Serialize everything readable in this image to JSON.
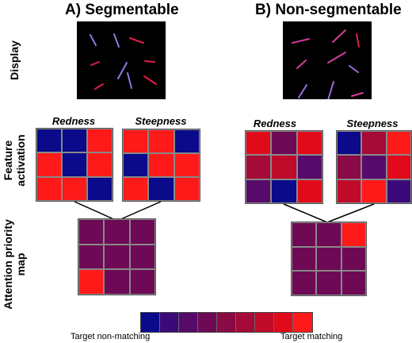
{
  "panels": {
    "a": {
      "title": "A) Segmentable"
    },
    "b": {
      "title": "B) Non-segmentable"
    }
  },
  "row_labels": {
    "display": "Display",
    "feature_activation": "Feature activation",
    "attention_priority_map": "Attention priority map"
  },
  "map_labels": {
    "redness": "Redness",
    "steepness": "Steepness"
  },
  "colors": {
    "scale": [
      "#0a0a8a",
      "#3a0a7a",
      "#560a6a",
      "#6e0a55",
      "#8a0a45",
      "#a50a38",
      "#c00a2a",
      "#e00a1a",
      "#ff1a1a"
    ],
    "display_background": "#000000",
    "line_red": "#e01e4a",
    "line_blue": "#8a7be0",
    "line_pink": "#d43d9a",
    "line_purple": "#9c6ce0"
  },
  "displays": {
    "a": [
      {
        "color": "line_blue"
      },
      {
        "color": "line_blue"
      },
      {
        "color": "line_red"
      },
      {
        "color": "line_red"
      },
      {
        "color": "line_blue"
      },
      {
        "color": "line_red"
      },
      {
        "color": "line_red"
      },
      {
        "color": "line_blue"
      },
      {
        "color": "line_red"
      }
    ],
    "b": [
      {
        "color": "line_pink"
      },
      {
        "color": "line_pink"
      },
      {
        "color": "line_red"
      },
      {
        "color": "line_pink"
      },
      {
        "color": "line_pink"
      },
      {
        "color": "line_purple"
      },
      {
        "color": "line_purple"
      },
      {
        "color": "line_purple"
      },
      {
        "color": "line_pink"
      }
    ]
  },
  "grids": {
    "a_redness": [
      0,
      0,
      8,
      8,
      0,
      8,
      8,
      8,
      0
    ],
    "a_steepness": [
      8,
      8,
      0,
      0,
      8,
      8,
      8,
      0,
      8
    ],
    "a_priority": [
      3,
      3,
      3,
      3,
      3,
      3,
      8,
      3,
      3
    ],
    "b_redness": [
      7,
      3,
      7,
      5,
      6,
      2,
      2,
      0,
      7
    ],
    "b_steepness": [
      0,
      5,
      8,
      4,
      2,
      7,
      6,
      8,
      1
    ],
    "b_priority": [
      3,
      3,
      8,
      3,
      3,
      3,
      3,
      3,
      3
    ]
  },
  "scale_labels": {
    "left": "Target non-matching",
    "right": "Target matching"
  }
}
